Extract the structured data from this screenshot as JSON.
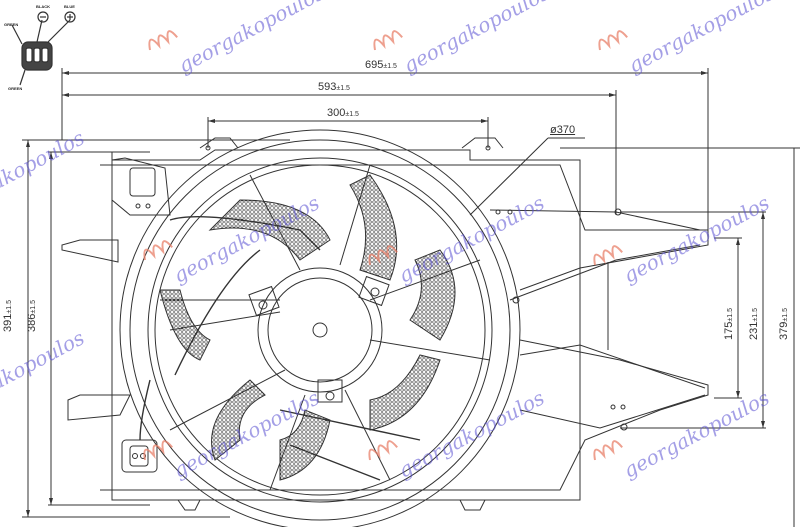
{
  "drawing": {
    "title": "Radiator cooling fan assembly technical drawing",
    "line_color": "#333333",
    "watermark_color": "#5a50d2",
    "logo_color": "#e8806a"
  },
  "dimensions": {
    "overall_width": "695",
    "overall_width_tol": "±1.5",
    "mount_width": "593",
    "mount_width_tol": "±1.5",
    "top_holes": "300",
    "top_holes_tol": "±1.5",
    "fan_diameter": "ø370",
    "height_outer": "391",
    "height_outer_tol": "±1.5",
    "height_inner": "386",
    "height_inner_tol": "±1.5",
    "right_175": "175",
    "right_175_tol": "±1.5",
    "right_231": "231",
    "right_231_tol": "±1.5",
    "right_379": "379",
    "right_379_tol": "±1.5"
  },
  "connector": {
    "label_black": "BLACK",
    "label_blue": "BLUE",
    "label_green": "GREEN",
    "label_green2": "GREEN",
    "minus_symbol": "−",
    "plus_symbol": "+"
  },
  "watermarks": [
    {
      "text": "georgakopoulos"
    }
  ]
}
